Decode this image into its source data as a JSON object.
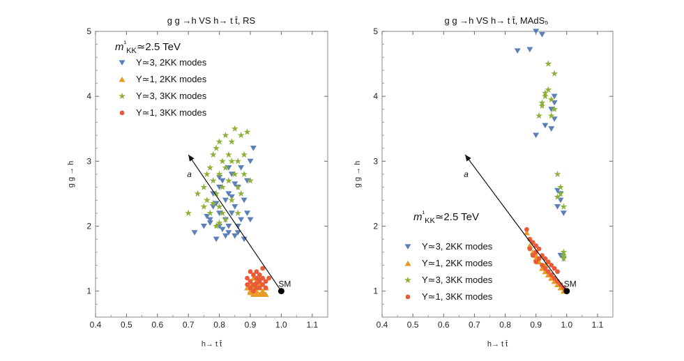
{
  "chart_data": [
    {
      "type": "scatter",
      "title": "g g →h VS h→ t t̄, RS",
      "xlabel": "h→ t t̄",
      "ylabel": "g g → h",
      "xlim": [
        0.4,
        1.15
      ],
      "ylim": [
        0.6,
        5.0
      ],
      "xticks": [
        "0.4",
        "0.5",
        "0.6",
        "0.7",
        "0.8",
        "0.9",
        "1.0",
        "1.1"
      ],
      "yticks": [
        "1",
        "2",
        "3",
        "4",
        "5"
      ],
      "grid": false,
      "legend_position": "top-left",
      "mass_label": "m¹KK≃2.5 TeV",
      "arrow": {
        "from": [
          1.0,
          1.0
        ],
        "to": [
          0.7,
          3.1
        ],
        "label": "a"
      },
      "sm_point": {
        "x": 1.0,
        "y": 1.0,
        "label": "SM"
      },
      "series": [
        {
          "name": "Y≃3, 2KK modes",
          "marker": "triangle-down",
          "color": "#5b7fb8",
          "points": [
            [
              0.72,
              1.9
            ],
            [
              0.75,
              2.0
            ],
            [
              0.77,
              2.1
            ],
            [
              0.78,
              2.3
            ],
            [
              0.78,
              2.5
            ],
            [
              0.79,
              1.8
            ],
            [
              0.8,
              2.6
            ],
            [
              0.8,
              2.2
            ],
            [
              0.8,
              2.0
            ],
            [
              0.81,
              1.95
            ],
            [
              0.81,
              2.7
            ],
            [
              0.82,
              2.4
            ],
            [
              0.82,
              1.85
            ],
            [
              0.82,
              2.1
            ],
            [
              0.83,
              2.5
            ],
            [
              0.83,
              2.0
            ],
            [
              0.83,
              2.9
            ],
            [
              0.84,
              2.2
            ],
            [
              0.84,
              2.8
            ],
            [
              0.85,
              1.85
            ],
            [
              0.85,
              2.3
            ],
            [
              0.86,
              2.0
            ],
            [
              0.86,
              2.6
            ],
            [
              0.87,
              2.1
            ],
            [
              0.87,
              2.9
            ],
            [
              0.88,
              2.4
            ],
            [
              0.88,
              1.8
            ],
            [
              0.89,
              2.2
            ],
            [
              0.89,
              2.7
            ],
            [
              0.9,
              3.0
            ],
            [
              0.9,
              2.1
            ],
            [
              0.91,
              3.2
            ],
            [
              0.79,
              2.35
            ],
            [
              0.8,
              2.75
            ],
            [
              0.84,
              2.45
            ],
            [
              0.85,
              2.65
            ],
            [
              0.86,
              1.9
            ],
            [
              0.77,
              2.05
            ],
            [
              0.76,
              2.15
            ],
            [
              0.83,
              1.9
            ]
          ]
        },
        {
          "name": "Y≃1, 2KK modes",
          "marker": "triangle-up",
          "color": "#e89a22",
          "points": [
            [
              0.89,
              1.05
            ],
            [
              0.9,
              1.0
            ],
            [
              0.9,
              1.1
            ],
            [
              0.91,
              0.95
            ],
            [
              0.91,
              1.05
            ],
            [
              0.92,
              1.0
            ],
            [
              0.92,
              1.15
            ],
            [
              0.92,
              0.95
            ],
            [
              0.93,
              1.05
            ],
            [
              0.93,
              0.95
            ],
            [
              0.93,
              1.1
            ],
            [
              0.94,
              1.0
            ],
            [
              0.94,
              0.95
            ],
            [
              0.95,
              1.05
            ],
            [
              0.95,
              0.95
            ],
            [
              0.91,
              1.2
            ],
            [
              0.9,
              0.98
            ],
            [
              0.92,
              1.08
            ]
          ]
        },
        {
          "name": "Y≃3, 3KK modes",
          "marker": "star",
          "color": "#8db03a",
          "points": [
            [
              0.7,
              2.2
            ],
            [
              0.73,
              2.5
            ],
            [
              0.75,
              2.6
            ],
            [
              0.76,
              2.4
            ],
            [
              0.77,
              2.9
            ],
            [
              0.77,
              2.2
            ],
            [
              0.78,
              2.7
            ],
            [
              0.78,
              3.1
            ],
            [
              0.79,
              2.5
            ],
            [
              0.79,
              2.0
            ],
            [
              0.8,
              2.8
            ],
            [
              0.8,
              3.3
            ],
            [
              0.8,
              2.3
            ],
            [
              0.81,
              2.6
            ],
            [
              0.81,
              3.0
            ],
            [
              0.82,
              3.4
            ],
            [
              0.82,
              2.1
            ],
            [
              0.83,
              2.7
            ],
            [
              0.83,
              3.1
            ],
            [
              0.84,
              3.3
            ],
            [
              0.84,
              2.4
            ],
            [
              0.85,
              2.8
            ],
            [
              0.85,
              3.5
            ],
            [
              0.86,
              3.0
            ],
            [
              0.86,
              2.2
            ],
            [
              0.87,
              3.4
            ],
            [
              0.87,
              2.5
            ],
            [
              0.88,
              3.1
            ],
            [
              0.89,
              3.45
            ],
            [
              0.9,
              2.7
            ],
            [
              0.75,
              2.3
            ],
            [
              0.76,
              2.8
            ],
            [
              0.79,
              3.2
            ],
            [
              0.81,
              2.2
            ],
            [
              0.82,
              2.9
            ],
            [
              0.84,
              3.0
            ],
            [
              0.86,
              2.6
            ],
            [
              0.88,
              2.8
            ],
            [
              0.78,
              2.35
            ],
            [
              0.8,
              2.05
            ]
          ]
        },
        {
          "name": "Y≃1, 3KK modes",
          "marker": "circle",
          "color": "#ea5a38",
          "points": [
            [
              0.89,
              1.1
            ],
            [
              0.89,
              1.2
            ],
            [
              0.9,
              1.15
            ],
            [
              0.9,
              1.05
            ],
            [
              0.91,
              1.25
            ],
            [
              0.91,
              1.1
            ],
            [
              0.91,
              1.0
            ],
            [
              0.92,
              1.2
            ],
            [
              0.92,
              1.3
            ],
            [
              0.92,
              1.05
            ],
            [
              0.93,
              1.15
            ],
            [
              0.93,
              1.25
            ],
            [
              0.93,
              1.05
            ],
            [
              0.94,
              1.1
            ],
            [
              0.94,
              1.2
            ],
            [
              0.94,
              1.35
            ],
            [
              0.95,
              1.15
            ],
            [
              0.95,
              1.05
            ],
            [
              0.96,
              1.2
            ],
            [
              0.9,
              1.3
            ],
            [
              0.92,
              1.12
            ],
            [
              0.93,
              1.18
            ]
          ]
        }
      ]
    },
    {
      "type": "scatter",
      "title": "g g →h VS h→ t t̄, MAdS₅",
      "xlabel": "h→ t t̄",
      "ylabel": "g g → h",
      "xlim": [
        0.4,
        1.15
      ],
      "ylim": [
        0.6,
        5.0
      ],
      "xticks": [
        "0.4",
        "0.5",
        "0.6",
        "0.7",
        "0.8",
        "0.9",
        "1.0",
        "1.1"
      ],
      "yticks": [
        "1",
        "2",
        "3",
        "4",
        "5"
      ],
      "grid": false,
      "legend_position": "bottom-left",
      "mass_label": "m¹KK≃2.5 TeV",
      "arrow": {
        "from": [
          1.0,
          1.0
        ],
        "to": [
          0.67,
          3.1
        ],
        "label": "a"
      },
      "sm_point": {
        "x": 1.0,
        "y": 1.0,
        "label": "SM"
      },
      "series": [
        {
          "name": "Y≃3, 2KK modes",
          "marker": "triangle-down",
          "color": "#5b7fb8",
          "points": [
            [
              0.84,
              4.7
            ],
            [
              0.88,
              4.72
            ],
            [
              0.9,
              5.0
            ],
            [
              0.92,
              4.95
            ],
            [
              0.9,
              3.4
            ],
            [
              0.93,
              3.55
            ],
            [
              0.95,
              3.5
            ],
            [
              0.96,
              3.65
            ],
            [
              0.95,
              3.8
            ],
            [
              0.96,
              4.0
            ],
            [
              0.97,
              2.3
            ],
            [
              0.98,
              2.4
            ],
            [
              0.98,
              2.5
            ],
            [
              0.99,
              2.2
            ],
            [
              0.97,
              2.55
            ],
            [
              0.99,
              1.5
            ],
            [
              0.98,
              1.55
            ],
            [
              0.96,
              3.9
            ]
          ]
        },
        {
          "name": "Y≃1, 2KK modes",
          "marker": "triangle-up",
          "color": "#e89a22",
          "points": [
            [
              0.87,
              1.9
            ],
            [
              0.88,
              1.7
            ],
            [
              0.89,
              1.6
            ],
            [
              0.9,
              1.5
            ],
            [
              0.91,
              1.45
            ],
            [
              0.92,
              1.35
            ],
            [
              0.93,
              1.3
            ],
            [
              0.94,
              1.25
            ],
            [
              0.95,
              1.2
            ],
            [
              0.96,
              1.15
            ],
            [
              0.97,
              1.1
            ],
            [
              0.98,
              1.05
            ],
            [
              0.99,
              1.0
            ],
            [
              0.9,
              1.55
            ],
            [
              0.93,
              1.4
            ]
          ]
        },
        {
          "name": "Y≃3, 3KK modes",
          "marker": "star",
          "color": "#8db03a",
          "points": [
            [
              0.91,
              3.7
            ],
            [
              0.92,
              3.85
            ],
            [
              0.93,
              4.0
            ],
            [
              0.94,
              4.1
            ],
            [
              0.95,
              3.95
            ],
            [
              0.96,
              3.8
            ],
            [
              0.94,
              4.5
            ],
            [
              0.96,
              4.35
            ],
            [
              0.93,
              4.05
            ],
            [
              0.97,
              2.8
            ],
            [
              0.98,
              2.6
            ],
            [
              0.97,
              2.45
            ],
            [
              0.99,
              2.3
            ],
            [
              0.98,
              2.5
            ],
            [
              0.99,
              1.55
            ],
            [
              0.99,
              1.6
            ],
            [
              0.99,
              1.5
            ],
            [
              0.95,
              3.7
            ],
            [
              0.92,
              3.9
            ]
          ]
        },
        {
          "name": "Y≃1, 3KK modes",
          "marker": "circle",
          "color": "#ea5a38",
          "points": [
            [
              0.87,
              1.95
            ],
            [
              0.88,
              1.8
            ],
            [
              0.88,
              1.65
            ],
            [
              0.89,
              1.75
            ],
            [
              0.89,
              1.55
            ],
            [
              0.9,
              1.6
            ],
            [
              0.9,
              1.45
            ],
            [
              0.91,
              1.5
            ],
            [
              0.91,
              1.65
            ],
            [
              0.92,
              1.4
            ],
            [
              0.92,
              1.55
            ],
            [
              0.93,
              1.35
            ],
            [
              0.93,
              1.5
            ],
            [
              0.94,
              1.3
            ],
            [
              0.94,
              1.45
            ],
            [
              0.95,
              1.25
            ],
            [
              0.95,
              1.4
            ],
            [
              0.96,
              1.2
            ],
            [
              0.97,
              1.15
            ],
            [
              0.97,
              1.3
            ],
            [
              0.98,
              1.1
            ],
            [
              0.99,
              1.05
            ],
            [
              0.9,
              1.7
            ],
            [
              0.96,
              1.35
            ]
          ]
        }
      ]
    }
  ]
}
